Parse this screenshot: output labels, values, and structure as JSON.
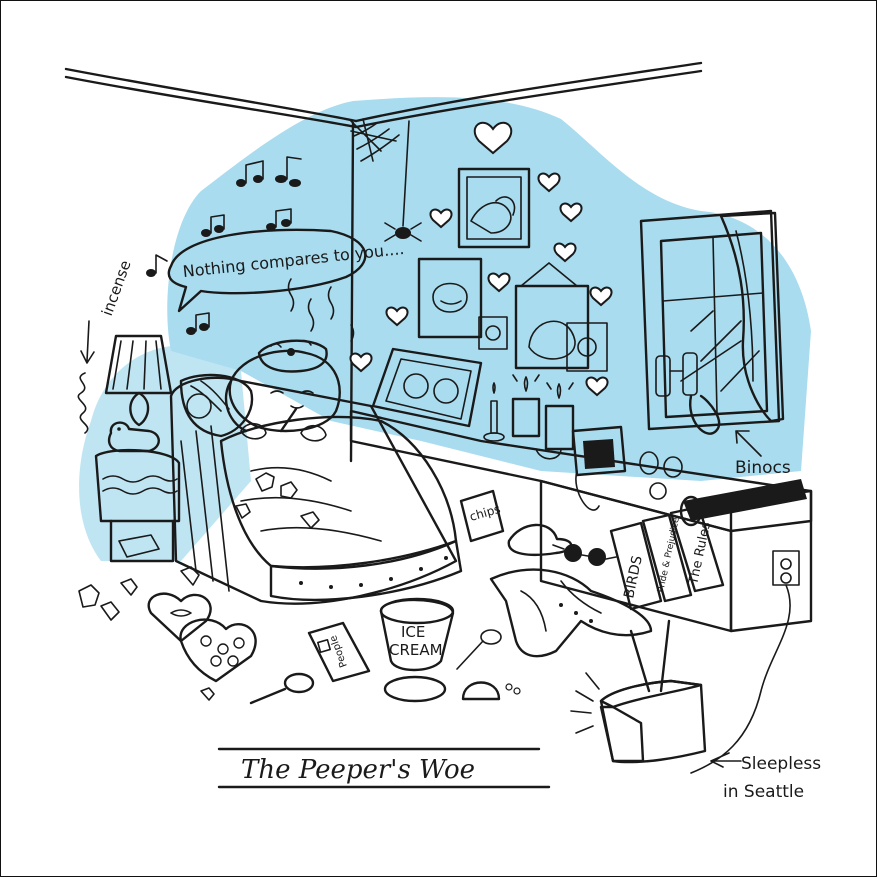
{
  "image_kind": "hand-drawn illustration of a messy bedroom",
  "palette": {
    "wall_blue": "#a9dcef",
    "blanket_blue": "#bfe6f5",
    "tan": "#ecdca0",
    "lime": "#e7f27a",
    "ink": "#1a1a1a",
    "paper": "#ffffff",
    "tv_blue": "#2f9fd6",
    "tv_mint": "#dff5df"
  },
  "texts": {
    "speech": "Nothing compares to you....",
    "incense_label": "incense",
    "binocs_label": "Binocs",
    "sleepless_line1": "Sleepless",
    "sleepless_line2": "in Seattle",
    "title": "The Peeper's Woe",
    "chips": "chips",
    "ice_line1": "ICE",
    "ice_line2": "CREAM",
    "magazine": "People",
    "book1": "BIRDS",
    "book2": "Pride & Prejudice",
    "book3": "The Rules"
  }
}
